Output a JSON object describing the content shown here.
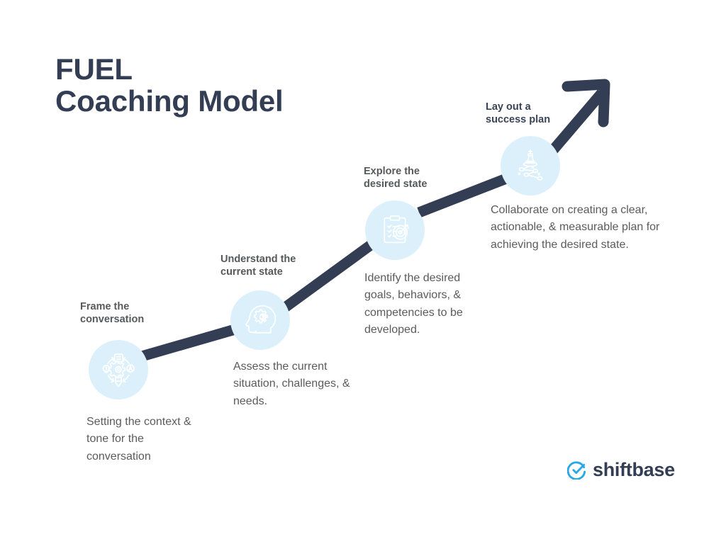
{
  "title": {
    "line1": "FUEL",
    "line2": "Coaching Model"
  },
  "colors": {
    "navy": "#333d54",
    "circle_fill": "#dcf0fc",
    "icon_stroke": "#ffffff",
    "label_gray": "#58595b",
    "label_navy": "#3a4357",
    "body_gray": "#5b5b5d",
    "logo_blue": "#29a8e8",
    "background": "#ffffff"
  },
  "steps": [
    {
      "id": "frame",
      "label": "Frame the\nconversation",
      "description": "Setting the context & tone for the conversation",
      "icon": "pencil-gear-process-icon"
    },
    {
      "id": "understand",
      "label": "Understand the\ncurrent state",
      "description": "Assess the current situation, challenges, & needs.",
      "icon": "head-gear-brain-icon"
    },
    {
      "id": "explore",
      "label": "Explore the\ndesired state",
      "description": "Identify the desired goals, behaviors, & competencies to be developed.",
      "icon": "clipboard-target-icon"
    },
    {
      "id": "plan",
      "label": "Lay out a\nsuccess plan",
      "description": "Collaborate on creating a clear, actionable, & measurable plan for achieving the desired state.",
      "icon": "chess-strategy-icon"
    }
  ],
  "logo": {
    "name": "shiftbase",
    "mark": "check-circle-icon"
  }
}
